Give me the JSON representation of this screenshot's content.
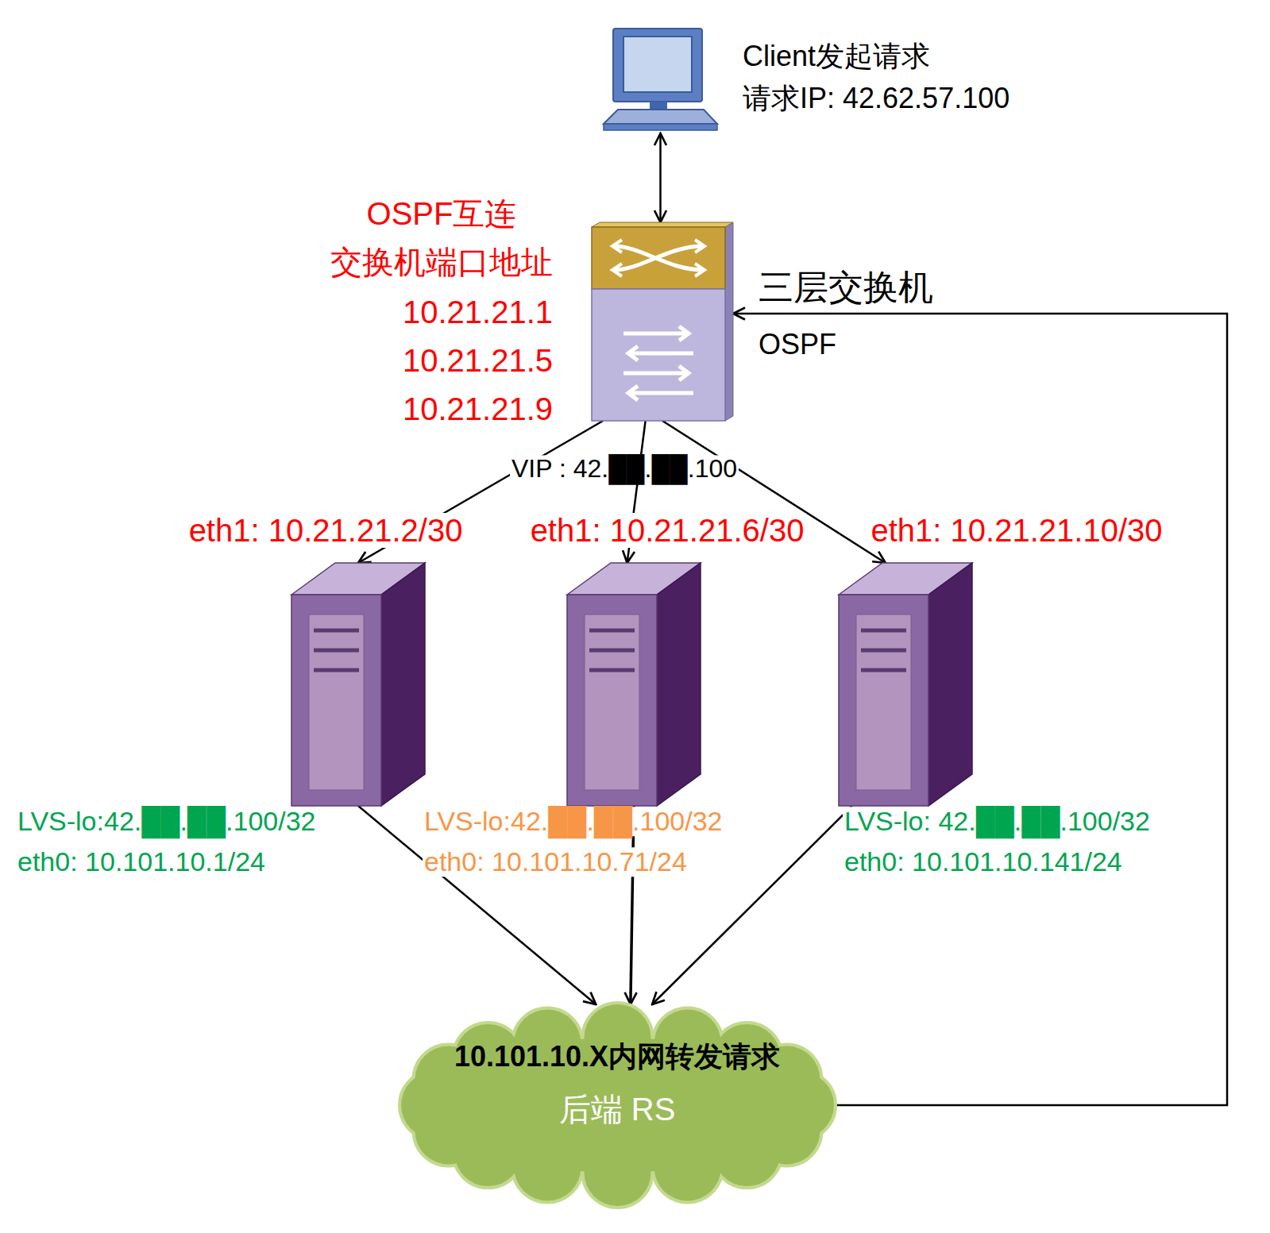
{
  "diagram": {
    "nodes": [
      {
        "text": [
          "Client发起请求",
          "请求IP: 42.62.57.100"
        ]
      },
      {
        "text": [
          "三层交换机",
          "OSPF"
        ]
      },
      {
        "text": [
          "eth1: 10.21.21.2/30",
          "LVS-lo:42.██.██.100/32",
          "eth0: 10.101.10.1/24"
        ]
      },
      {
        "text": [
          "eth1: 10.21.21.6/30",
          "LVS-lo:42.██.██.100/32",
          "eth0: 10.101.10.71/24"
        ]
      },
      {
        "text": [
          "eth1: 10.21.21.10/30",
          "LVS-lo: 42.██.██.100/32",
          "eth0: 10.101.10.141/24"
        ]
      },
      {
        "text": [
          "10.101.10.X内网转发请求",
          "后端 RS"
        ]
      }
    ],
    "edges": [
      {
        "from": 0,
        "to": 1,
        "arrow": "both"
      },
      {
        "from": 1,
        "to": 2,
        "arrow": "to"
      },
      {
        "from": 1,
        "to": 3,
        "arrow": "to"
      },
      {
        "from": 1,
        "to": 4,
        "arrow": "to"
      },
      {
        "from": 2,
        "to": 5,
        "arrow": "to"
      },
      {
        "from": 3,
        "to": 5,
        "arrow": "to"
      },
      {
        "from": 4,
        "to": 5,
        "arrow": "to"
      },
      {
        "from": 5,
        "to": 1,
        "arrow": "to"
      }
    ],
    "labels": [
      "OSPF互连 交换机端口地址",
      "10.21.21.1",
      "10.21.21.5",
      "10.21.21.9",
      "VIP : 42.██.██.100"
    ]
  }
}
